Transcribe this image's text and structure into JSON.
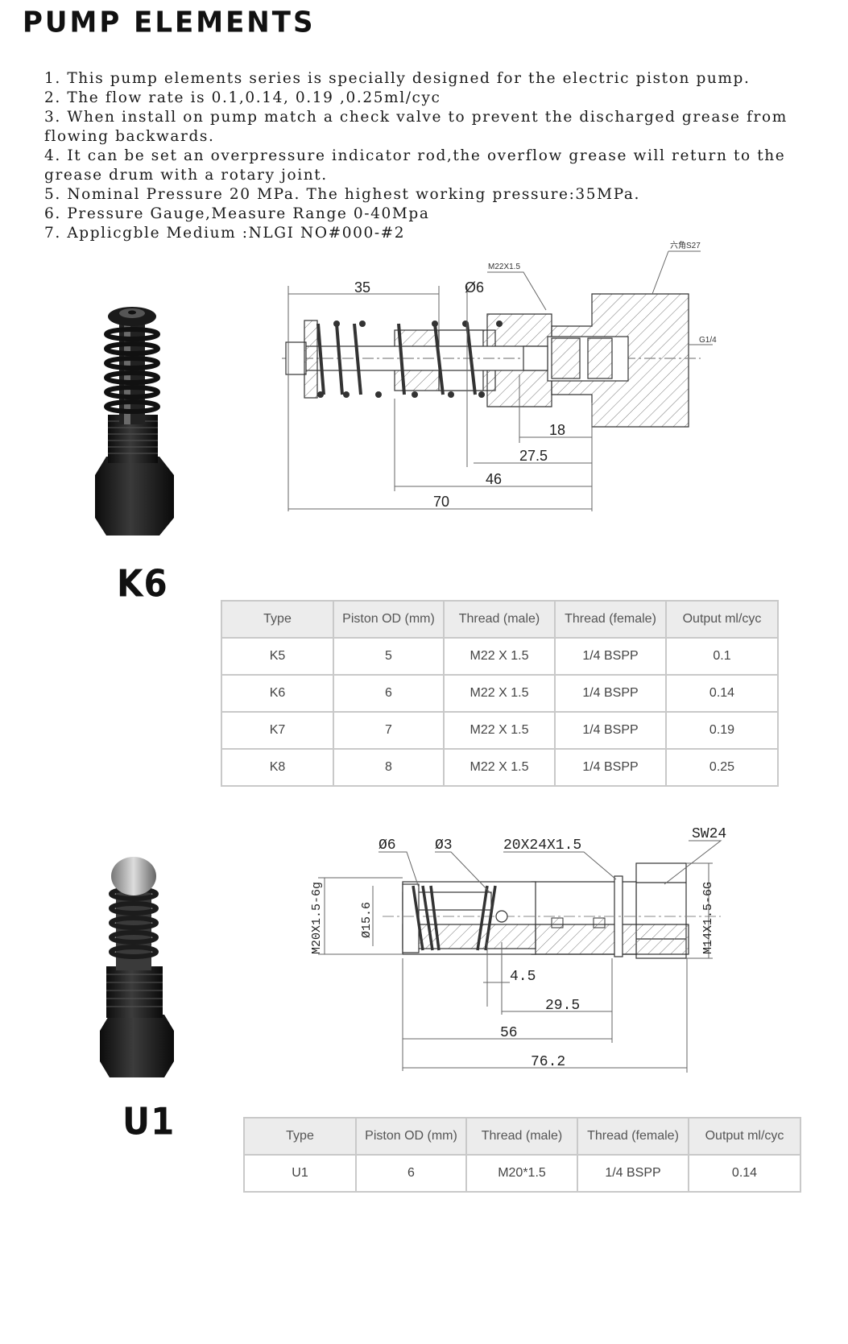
{
  "page": {
    "title": "PUMP ELEMENTS",
    "specs": [
      "1. This pump elements series is specially designed for the electric piston pump.",
      "2. The flow rate is 0.1,0.14, 0.19 ,0.25ml/cyc",
      "3. When install on pump match a check valve to prevent the discharged grease from flowing backwards.",
      "4. It can be set an overpressure indicator rod,the overflow grease will return to the grease drum with a rotary joint.",
      "5. Nominal Pressure 20 MPa. The highest working pressure:35MPa.",
      "6. Pressure Gauge,Measure Range 0-40Mpa",
      "7. Applicgble Medium :NLGI NO#000-#2"
    ]
  },
  "k6": {
    "label": "K6",
    "drawing": {
      "dims": {
        "d35": "35",
        "phi6": "Ø6",
        "d18": "18",
        "d275": "27.5",
        "d46": "46",
        "d70": "70"
      },
      "callouts": {
        "thread": "M22X1.5",
        "hex": "六角S27",
        "port": "G1/4"
      }
    },
    "table": {
      "headers": [
        "Type",
        "Piston OD (mm)",
        "Thread (male)",
        "Thread (female)",
        "Output ml/cyc"
      ],
      "rows": [
        [
          "K5",
          "5",
          "M22 X 1.5",
          "1/4 BSPP",
          "0.1"
        ],
        [
          "K6",
          "6",
          "M22 X 1.5",
          "1/4 BSPP",
          "0.14"
        ],
        [
          "K7",
          "7",
          "M22 X 1.5",
          "1/4 BSPP",
          "0.19"
        ],
        [
          "K8",
          "8",
          "M22 X 1.5",
          "1/4 BSPP",
          "0.25"
        ]
      ]
    }
  },
  "u1": {
    "label": "U1",
    "drawing": {
      "dims": {
        "phi6": "Ø6",
        "phi3": "Ø3",
        "thread2": "20X24X1.5",
        "sw": "SW24",
        "m20": "M20X1.5-6g",
        "phi156": "Ø15.6",
        "m14": "M14X1.5-6G",
        "d45": "4.5",
        "d295": "29.5",
        "d56": "56",
        "d762": "76.2"
      }
    },
    "table": {
      "headers": [
        "Type",
        "Piston OD (mm)",
        "Thread (male)",
        "Thread (female)",
        "Output ml/cyc"
      ],
      "rows": [
        [
          "U1",
          "6",
          "M20*1.5",
          "1/4 BSPP",
          "0.14"
        ]
      ]
    }
  }
}
